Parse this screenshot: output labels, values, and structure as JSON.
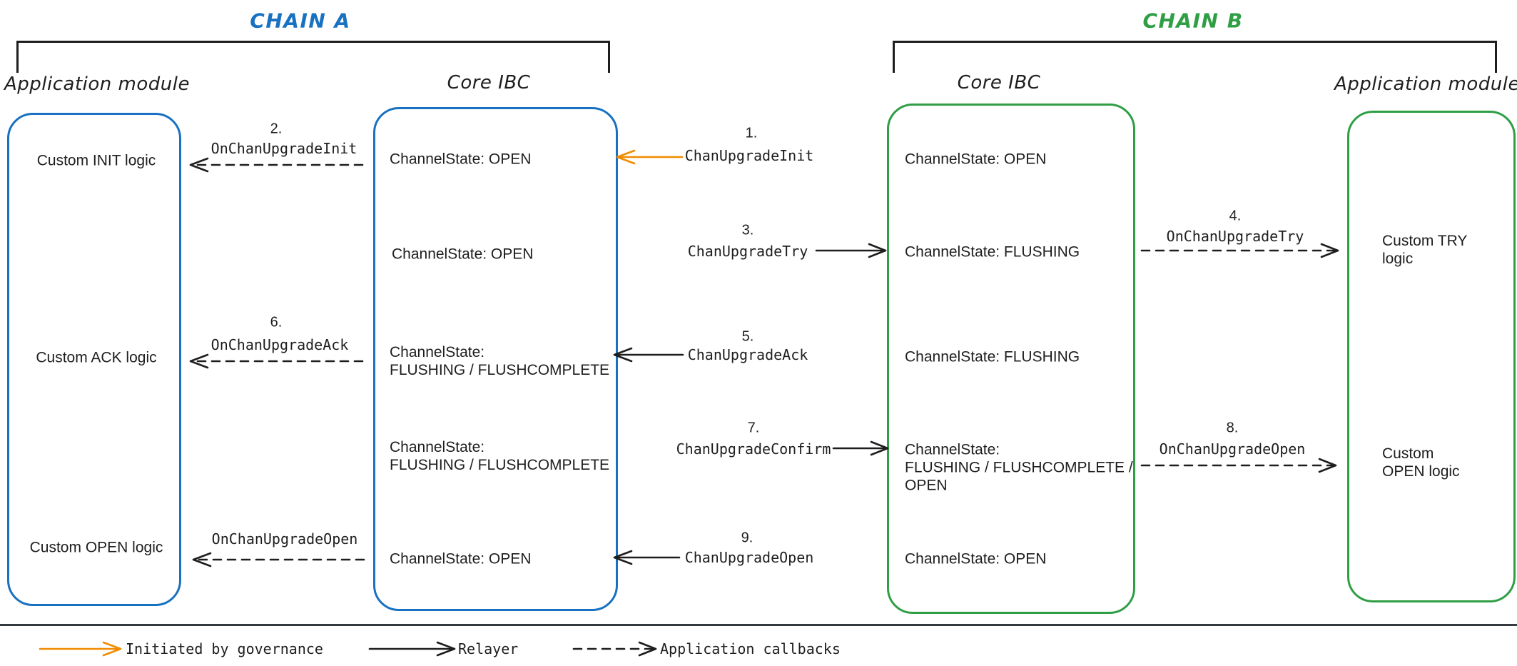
{
  "colors": {
    "chain_a_blue": "#1971c2",
    "chain_b_green": "#2f9e44",
    "governance_orange": "#f08c00",
    "text_dark": "#1e1e1e",
    "separator_gray": "#343a40"
  },
  "chains": {
    "a": {
      "title": "CHAIN A"
    },
    "b": {
      "title": "CHAIN B"
    }
  },
  "columns": {
    "app_a": {
      "header": "Application module"
    },
    "core_a": {
      "header": "Core IBC"
    },
    "core_b": {
      "header": "Core IBC"
    },
    "app_b": {
      "header": "Application module"
    }
  },
  "lanes": {
    "app_a": {
      "items": [
        {
          "text": "Custom INIT logic"
        },
        {
          "text": "Custom ACK logic"
        },
        {
          "text": "Custom OPEN logic"
        }
      ]
    },
    "core_a": {
      "states": [
        {
          "text": "ChannelState: OPEN"
        },
        {
          "text": "ChannelState: OPEN"
        },
        {
          "text": "ChannelState:\nFLUSHING / FLUSHCOMPLETE"
        },
        {
          "text": "ChannelState:\nFLUSHING / FLUSHCOMPLETE"
        },
        {
          "text": "ChannelState: OPEN"
        }
      ]
    },
    "core_b": {
      "states": [
        {
          "text": "ChannelState: OPEN"
        },
        {
          "text": "ChannelState: FLUSHING"
        },
        {
          "text": "ChannelState: FLUSHING"
        },
        {
          "text": "ChannelState:\nFLUSHING / FLUSHCOMPLETE /\nOPEN"
        },
        {
          "text": "ChannelState: OPEN"
        }
      ]
    },
    "app_b": {
      "items": [
        {
          "text": "Custom TRY logic"
        },
        {
          "text": "Custom OPEN logic"
        }
      ]
    }
  },
  "messages": {
    "m1": {
      "num": "1.",
      "label": "ChanUpgradeInit",
      "type": "governance",
      "style": "solid",
      "direction": "left"
    },
    "m2": {
      "num": "2.",
      "label": "OnChanUpgradeInit",
      "type": "callback",
      "style": "dashed",
      "direction": "left"
    },
    "m3": {
      "num": "3.",
      "label": "ChanUpgradeTry",
      "type": "relayer",
      "style": "solid",
      "direction": "right"
    },
    "m4": {
      "num": "4.",
      "label": "OnChanUpgradeTry",
      "type": "callback",
      "style": "dashed",
      "direction": "right"
    },
    "m5": {
      "num": "5.",
      "label": "ChanUpgradeAck",
      "type": "relayer",
      "style": "solid",
      "direction": "left"
    },
    "m6": {
      "num": "6.",
      "label": "OnChanUpgradeAck",
      "type": "callback",
      "style": "dashed",
      "direction": "left"
    },
    "m7": {
      "num": "7.",
      "label": "ChanUpgradeConfirm",
      "type": "relayer",
      "style": "solid",
      "direction": "right"
    },
    "m8": {
      "num": "8.",
      "label": "OnChanUpgradeOpen",
      "type": "callback",
      "style": "dashed",
      "direction": "right"
    },
    "m9": {
      "num": "9.",
      "label": "ChanUpgradeOpen",
      "type": "relayer",
      "style": "solid",
      "direction": "left"
    },
    "m10": {
      "label": "OnChanUpgradeOpen",
      "type": "callback",
      "style": "dashed",
      "direction": "left"
    }
  },
  "legend": {
    "governance_label": "Initiated by governance",
    "relayer_label": "Relayer",
    "callbacks_label": "Application callbacks"
  }
}
